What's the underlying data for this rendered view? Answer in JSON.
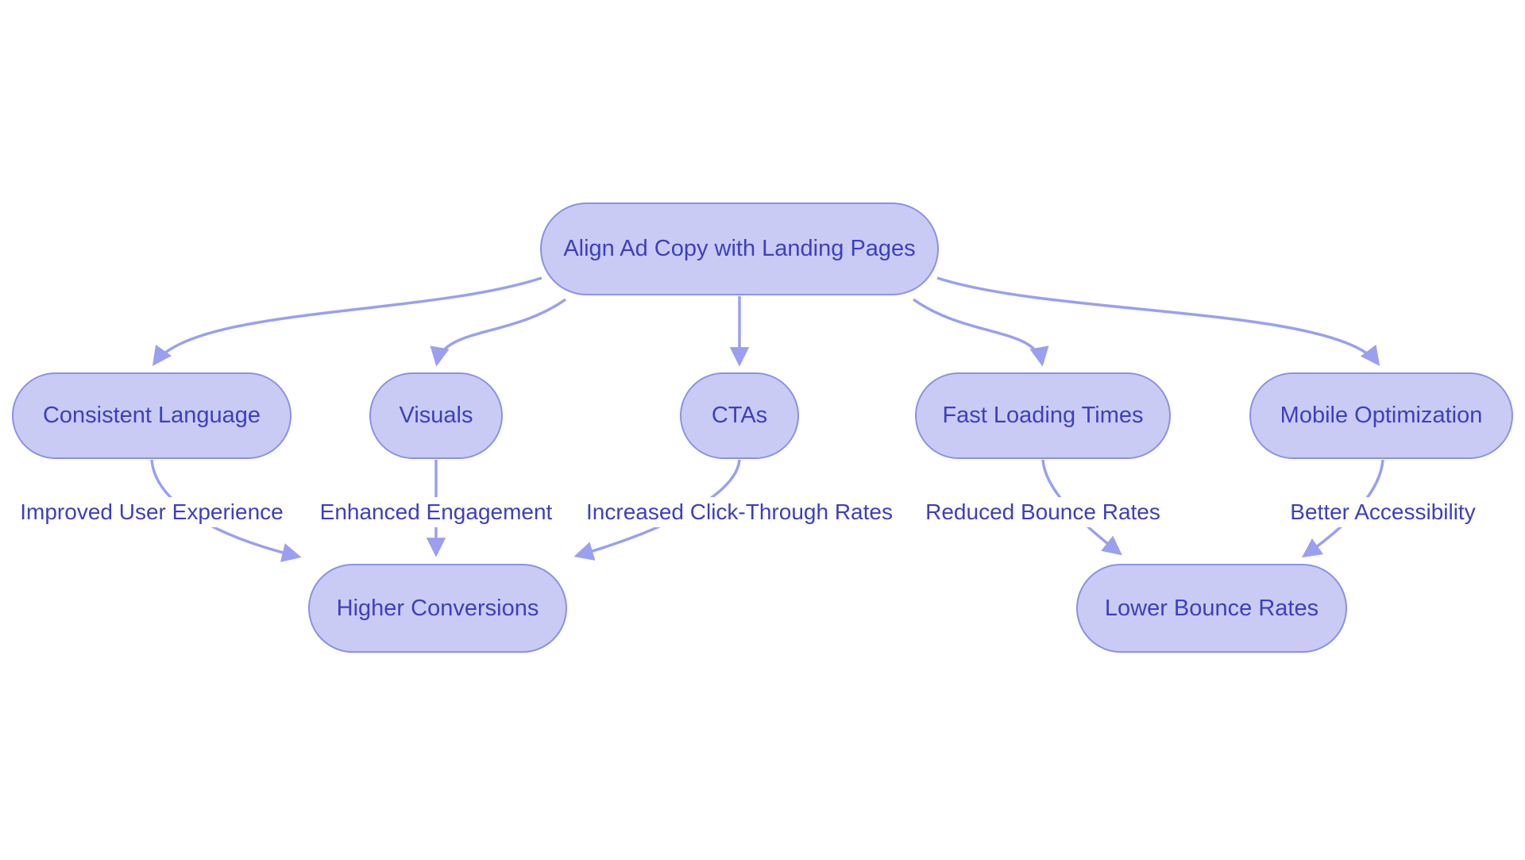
{
  "diagram": {
    "type": "flowchart",
    "colors": {
      "background": "#ffffff",
      "node_fill": "#c9cbf5",
      "node_border": "#8b91e8",
      "node_text": "#3d3fbf",
      "edge_color": "#9aa0ef"
    },
    "nodes": [
      {
        "id": "root",
        "label": "Align Ad Copy with Landing Pages"
      },
      {
        "id": "consistent-language",
        "label": "Consistent Language"
      },
      {
        "id": "visuals",
        "label": "Visuals"
      },
      {
        "id": "ctas",
        "label": "CTAs"
      },
      {
        "id": "fast-loading-times",
        "label": "Fast Loading Times"
      },
      {
        "id": "mobile-optimization",
        "label": "Mobile Optimization"
      },
      {
        "id": "higher-conversions",
        "label": "Higher Conversions"
      },
      {
        "id": "lower-bounce-rates",
        "label": "Lower Bounce Rates"
      }
    ],
    "edges": [
      {
        "from": "Align Ad Copy with Landing Pages",
        "to": "Consistent Language",
        "label": ""
      },
      {
        "from": "Align Ad Copy with Landing Pages",
        "to": "Visuals",
        "label": ""
      },
      {
        "from": "Align Ad Copy with Landing Pages",
        "to": "CTAs",
        "label": ""
      },
      {
        "from": "Align Ad Copy with Landing Pages",
        "to": "Fast Loading Times",
        "label": ""
      },
      {
        "from": "Align Ad Copy with Landing Pages",
        "to": "Mobile Optimization",
        "label": ""
      },
      {
        "from": "Consistent Language",
        "to": "Higher Conversions",
        "label": "Improved User Experience"
      },
      {
        "from": "Visuals",
        "to": "Higher Conversions",
        "label": "Enhanced Engagement"
      },
      {
        "from": "CTAs",
        "to": "Higher Conversions",
        "label": "Increased Click-Through Rates"
      },
      {
        "from": "Fast Loading Times",
        "to": "Lower Bounce Rates",
        "label": "Reduced Bounce Rates"
      },
      {
        "from": "Mobile Optimization",
        "to": "Lower Bounce Rates",
        "label": "Better Accessibility"
      }
    ]
  }
}
